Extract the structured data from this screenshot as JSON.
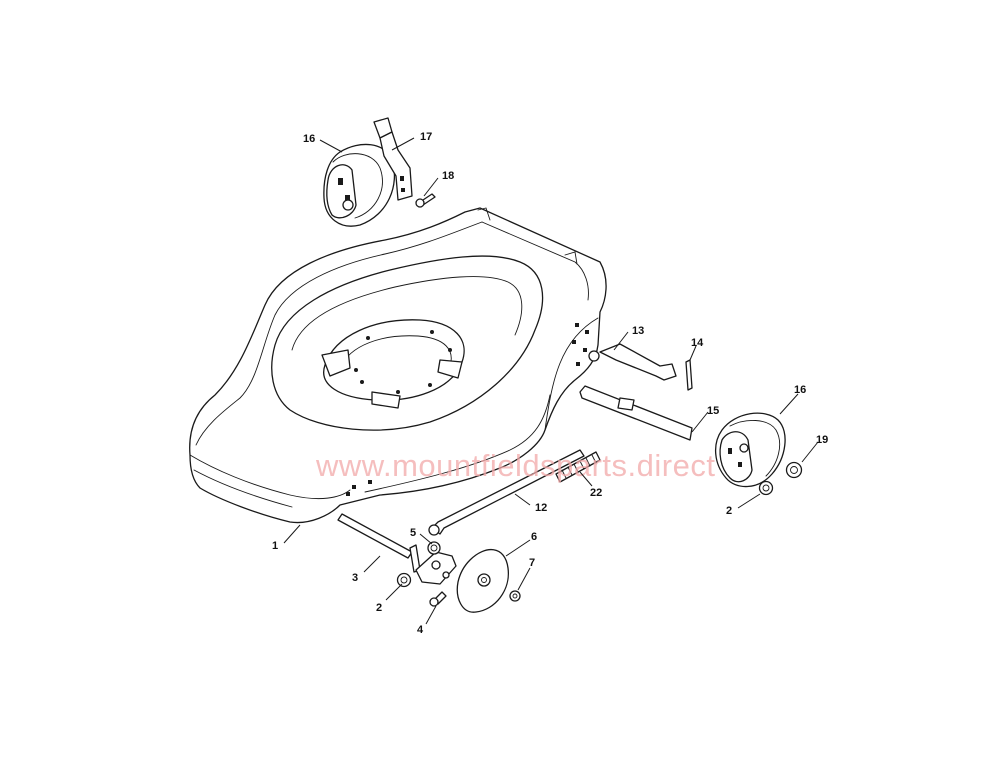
{
  "watermark": "www.mountfieldsparts.direct",
  "callouts": [
    "1",
    "2",
    "2",
    "2",
    "3",
    "4",
    "5",
    "6",
    "7",
    "12",
    "13",
    "14",
    "15",
    "16",
    "16",
    "17",
    "18",
    "19",
    "22"
  ]
}
